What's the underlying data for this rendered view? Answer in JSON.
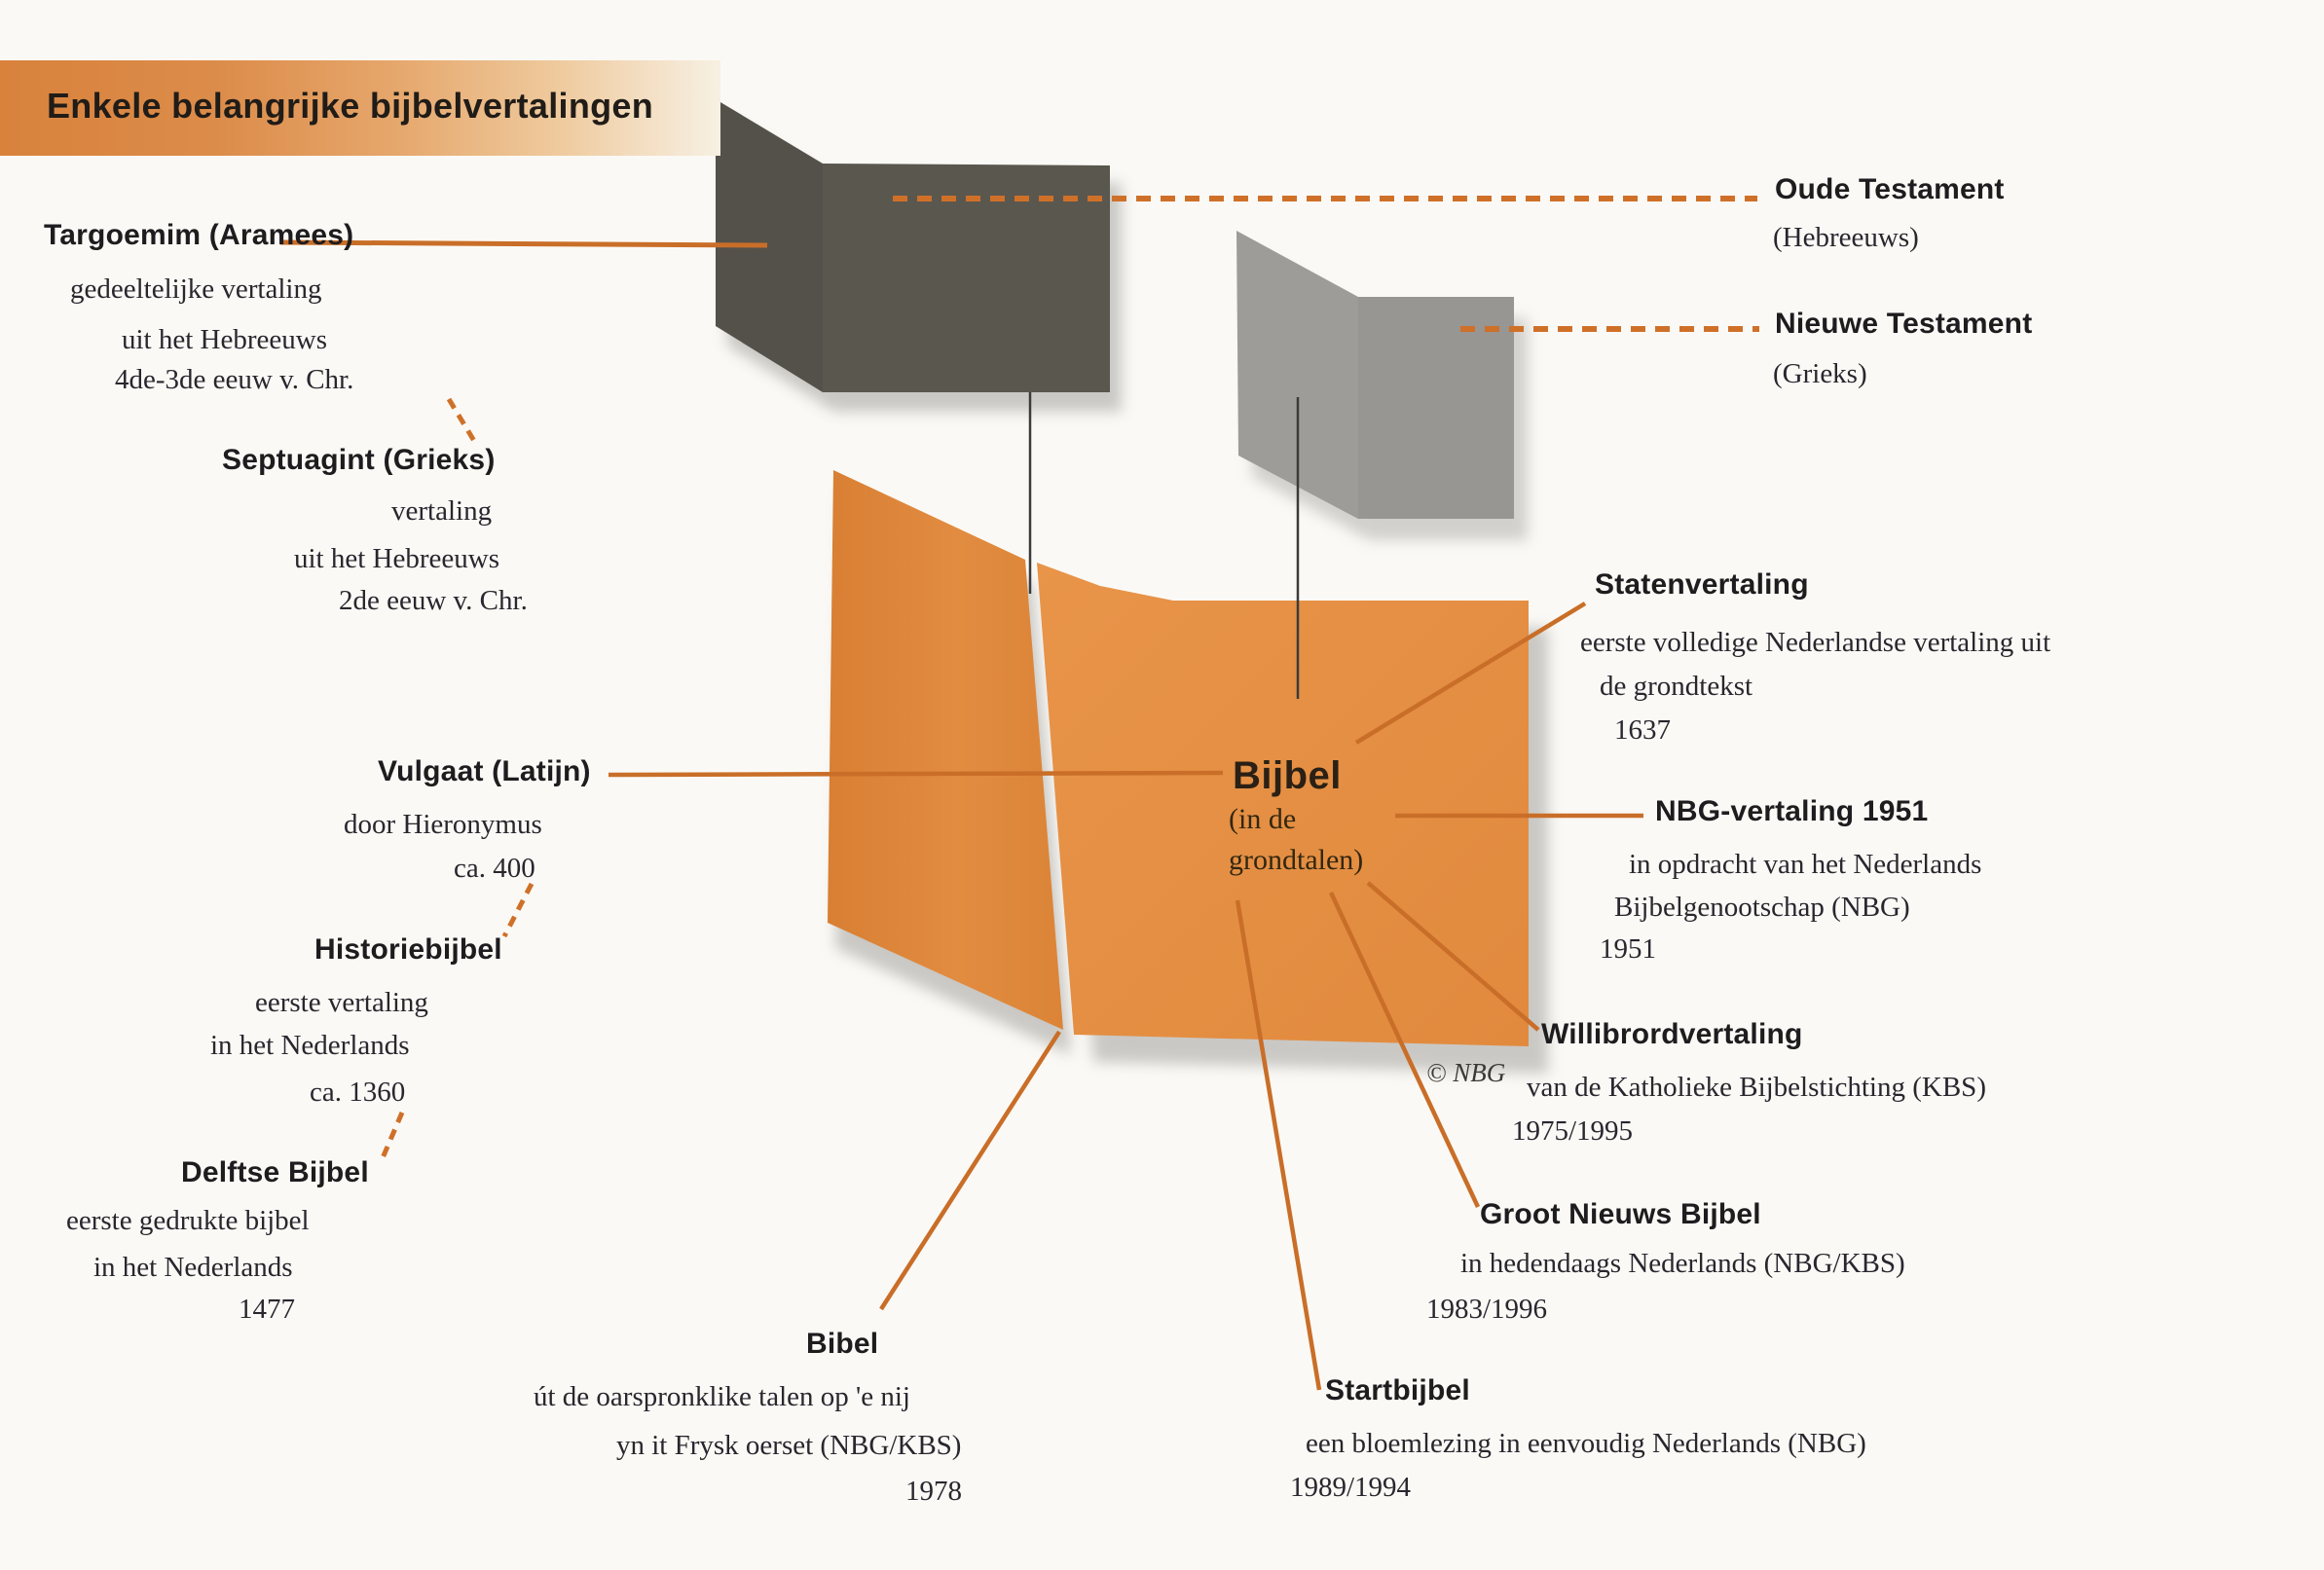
{
  "title": "Enkele belangrijke bijbelvertalingen",
  "credit": "© NBG",
  "bible_book": {
    "title": "Bijbel",
    "subtitle_line1": "(in de",
    "subtitle_line2": "grondtalen)"
  },
  "testament_books": {
    "old": "Oude Testament",
    "old_language": "(Hebreeuws)",
    "new": "Nieuwe Testament",
    "new_language": "(Grieks)"
  },
  "labels": {
    "targoemim": {
      "heading": "Targoemim (Aramees)",
      "lines": [
        "gedeeltelijke vertaling",
        "uit het Hebreeuws",
        "4de-3de eeuw v. Chr."
      ]
    },
    "septuagint": {
      "heading": "Septuagint (Grieks)",
      "lines": [
        "vertaling",
        "uit het Hebreeuws",
        "2de eeuw v. Chr."
      ]
    },
    "vulgaat": {
      "heading": "Vulgaat (Latijn)",
      "lines": [
        "door Hieronymus",
        "ca. 400"
      ]
    },
    "historiebijbel": {
      "heading": "Historiebijbel",
      "lines": [
        "eerste vertaling",
        "in het Nederlands",
        "ca. 1360"
      ]
    },
    "delftse_bijbel": {
      "heading": "Delftse Bijbel",
      "lines": [
        "eerste gedrukte bijbel",
        "in het Nederlands",
        "1477"
      ]
    },
    "statenvertaling": {
      "heading": "Statenvertaling",
      "lines": [
        "eerste volledige Nederlandse vertaling uit",
        "de grondtekst",
        "1637"
      ]
    },
    "nbg_vertaling": {
      "heading": "NBG-vertaling 1951",
      "lines": [
        "in opdracht van het Nederlands",
        "Bijbelgenootschap (NBG)",
        "1951"
      ]
    },
    "willibrordvertaling": {
      "heading": "Willibrordvertaling",
      "lines": [
        "van de Katholieke Bijbelstichting (KBS)",
        "1975/1995"
      ]
    },
    "groot_nieuws_bijbel": {
      "heading": "Groot Nieuws Bijbel",
      "lines": [
        "in hedendaags Nederlands (NBG/KBS)",
        "1983/1996"
      ]
    },
    "startbijbel": {
      "heading": "Startbijbel",
      "lines": [
        "een bloemlezing in eenvoudig Nederlands (NBG)",
        "1989/1994"
      ]
    },
    "bibel_frysk": {
      "heading": "Bibel",
      "lines": [
        "út de oarspronklike talen op 'e nij",
        "yn it Frysk oerset (NBG/KBS)",
        "1978"
      ]
    }
  },
  "colors": {
    "banner_orange": "#d8823c",
    "bible_book_orange": "#e18c42",
    "old_testament_gray": "#575349",
    "new_testament_gray": "#9b9a96",
    "connector_orange": "#c96e28",
    "paper_background": "#fbf9f5"
  }
}
